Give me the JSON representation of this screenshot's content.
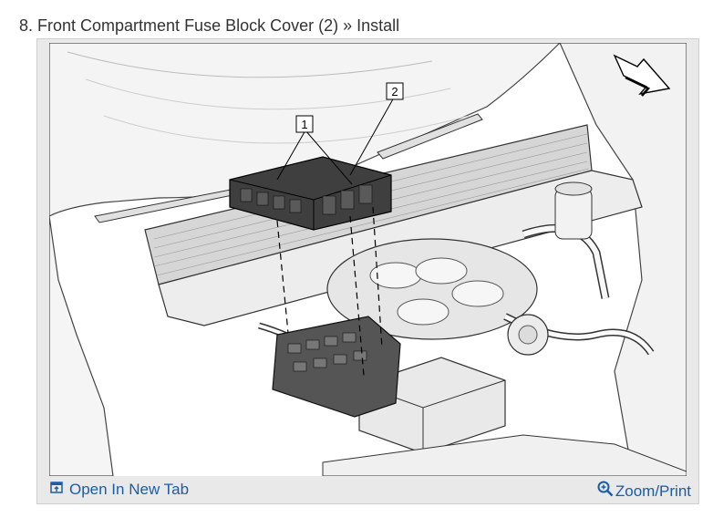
{
  "step": {
    "title": "8. Front Compartment Fuse Block Cover (2) » Install"
  },
  "figure": {
    "callouts": [
      {
        "label": "1"
      },
      {
        "label": "2"
      }
    ],
    "open_tab_label": "Open In New Tab",
    "zoom_label": "Zoom/Print",
    "link_color": "#1a5ca8"
  }
}
